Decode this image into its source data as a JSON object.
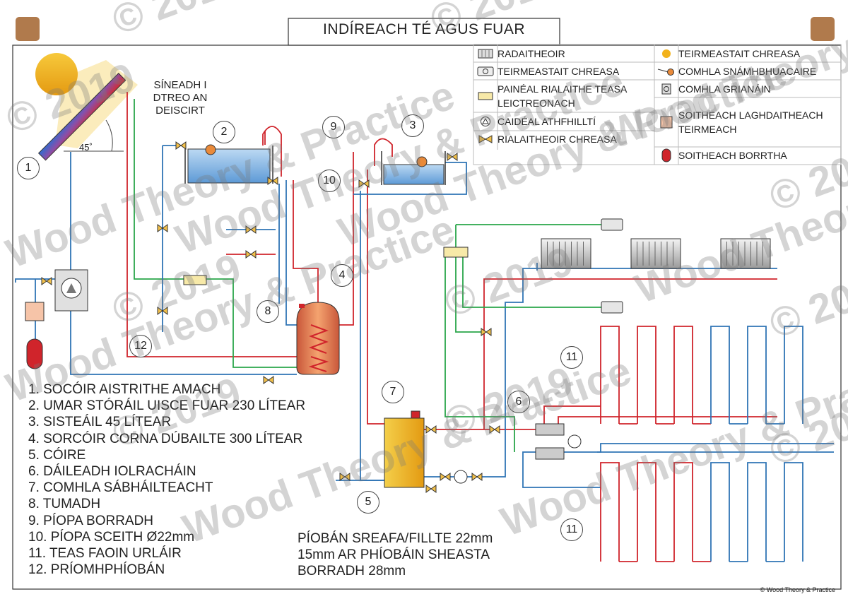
{
  "title": "INDÍREACH TÉ AGUS FUAR",
  "solar_label_lines": [
    "SÍNEADH I",
    "DTREO AN",
    "DEISCIRT"
  ],
  "angle_label": "45˚",
  "legend": [
    {
      "icon": "radiator-icon",
      "label": "RADAITHEOIR"
    },
    {
      "icon": "room-thermostat-icon",
      "label": "TEIRMEASTAIT CHREASA"
    },
    {
      "icon": "control-panel-icon",
      "label": "PAINÉAL RIALAITHE TEASA LEICTREONACH"
    },
    {
      "icon": "pump-icon",
      "label": "CAIDÉAL ATHFHILLTÍ"
    },
    {
      "icon": "zone-valve-icon",
      "label": "RIALAITHEOIR CHREASA"
    },
    {
      "icon": "zone-thermostat-icon",
      "label": "TEIRMEASTAIT CHREASA"
    },
    {
      "icon": "float-valve-icon",
      "label": "COMHLA SNÁMHBHUACAIRE"
    },
    {
      "icon": "solar-valve-icon",
      "label": "COMHLA GRIANÁIN"
    },
    {
      "icon": "thermal-vessel-icon",
      "label": "SOITHEACH LAGHDAITHEACH TEIRMEACH"
    },
    {
      "icon": "expansion-vessel-icon",
      "label": "SOITHEACH BORRTHA"
    }
  ],
  "numbered_items": [
    "1. SOCÓIR AISTRITHE AMACH",
    "2. UMAR STÓRÁIL UISCE FUAR 230 LÍTEAR",
    "3. SISTEÁIL 45 LÍTEAR",
    "4. SORCÓIR CORNA DÚBAILTE 300 LÍTEAR",
    "5. CÓIRE",
    "6. DÁILEADH IOLRACHÁIN",
    "7. COMHLA SÁBHÁILTEACHT",
    "8. TUMADH",
    "9. PÍOPA BORRADH",
    "10. PÍOPA SCEITH Ø22mm",
    "11. TEAS FAOIN URLÁIR",
    "12. PRÍOMHPHÍOBÁN"
  ],
  "pipe_notes": [
    "PÍOBÁN SREAFA/FILLTE 22mm",
    "15mm AR PHÍOBÁIN SHEASTA",
    "BORRADH 28mm"
  ],
  "callouts": [
    "1",
    "2",
    "3",
    "4",
    "5",
    "6",
    "7",
    "8",
    "9",
    "10",
    "11",
    "11",
    "12"
  ],
  "watermarks": [
    "© 2019",
    "Wood Theory & Practice"
  ],
  "copyright": "© Wood Theory & Practice",
  "colors": {
    "hot_pipe": "#d0242b",
    "cold_pipe": "#2f74b5",
    "solar_pipe": "#2aa64a",
    "tank_water": "#7fb2e0",
    "cylinder": "#e8824a",
    "boiler": "#f2b21c",
    "frame": "#333333"
  }
}
